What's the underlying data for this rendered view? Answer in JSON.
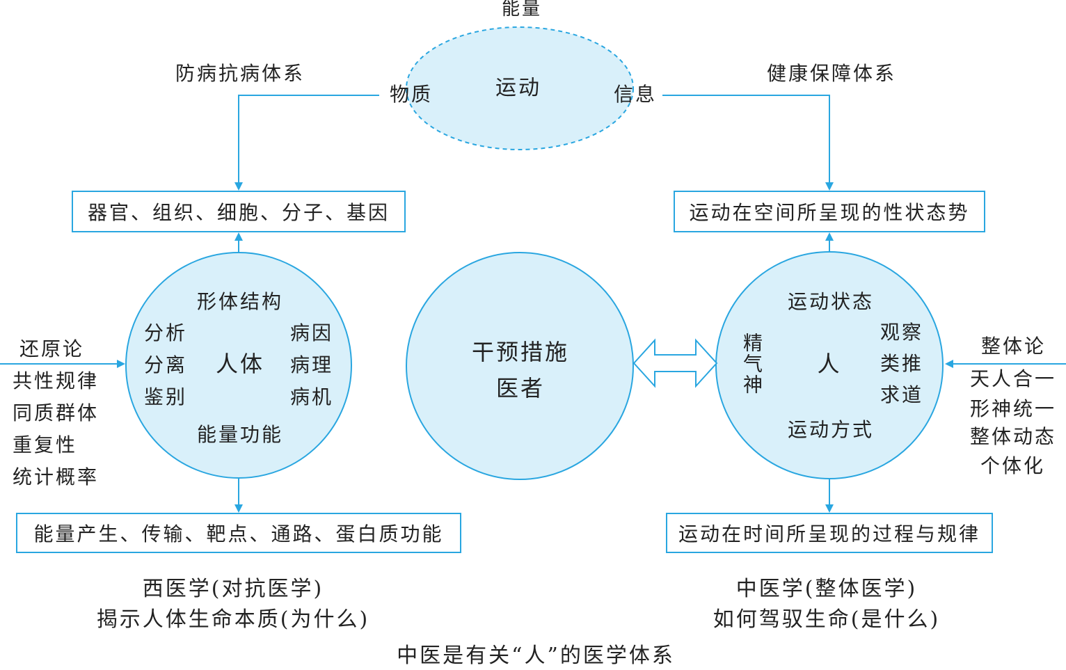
{
  "colors": {
    "stroke": "#29a6e0",
    "fill": "#d9f0fa",
    "text": "#222222"
  },
  "top_ellipse": {
    "title": "能量",
    "center": "运动",
    "left": "物质",
    "right": "信息"
  },
  "top_labels": {
    "left": "防病抗病体系",
    "right": "健康保障体系"
  },
  "west": {
    "top_box": "器官、组织、细胞、分子、基因",
    "bottom_box": "能量产生、传输、靶点、通路、蛋白质功能",
    "circle": {
      "top": "形体结构",
      "bottom": "能量功能",
      "center": "人体",
      "left": [
        "分析",
        "分离",
        "鉴别"
      ],
      "right": [
        "病因",
        "病理",
        "病机"
      ]
    },
    "side": [
      "还原论",
      "共性规律",
      "同质群体",
      "重复性",
      "统计概率"
    ],
    "caption": [
      "西医学(对抗医学)",
      "揭示人体生命本质(为什么)"
    ]
  },
  "center_circle": {
    "line1": "干预措施",
    "line2": "医者"
  },
  "east": {
    "top_box": "运动在空间所呈现的性状态势",
    "bottom_box": "运动在时间所呈现的过程与规律",
    "circle": {
      "top": "运动状态",
      "bottom": "运动方式",
      "center": "人",
      "left_vertical": "精气神",
      "right": [
        "观察",
        "类推",
        "求道"
      ]
    },
    "side": [
      "整体论",
      "天人合一",
      "形神统一",
      "整体动态",
      "个体化"
    ],
    "caption": [
      "中医学(整体医学)",
      "如何驾驭生命(是什么)"
    ]
  },
  "footer": "中医是有关“人”的医学体系"
}
